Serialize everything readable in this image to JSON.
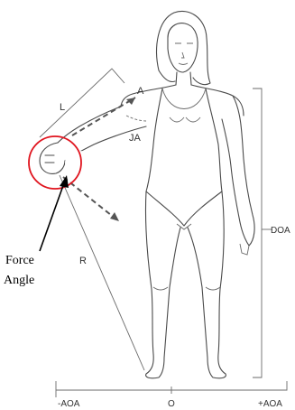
{
  "labels": {
    "L": "L",
    "A": "A",
    "JA": "JA",
    "R": "R",
    "DOA": "DOA",
    "neg_aoa": "-AOA",
    "origin": "O",
    "pos_aoa": "+AOA"
  },
  "callout": {
    "line1": "Force",
    "line2": "Angle"
  },
  "colors": {
    "highlight_circle": "#e0141e",
    "drawing": "#4a4a4a"
  }
}
